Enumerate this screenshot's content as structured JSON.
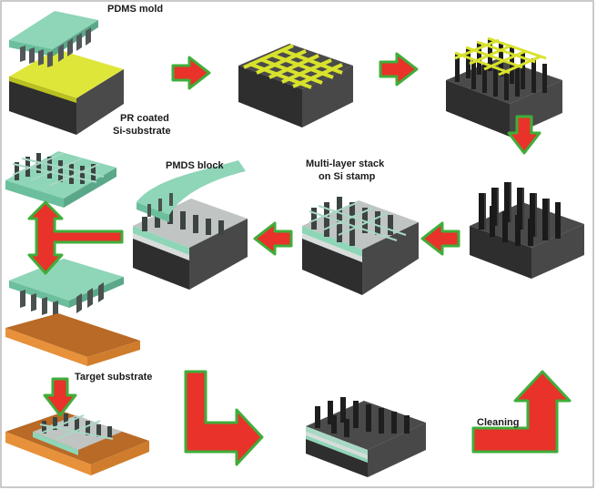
{
  "labels": {
    "pdms_mold": "PDMS mold",
    "pr_coated_line1": "PR coated",
    "pr_coated_line2": "Si-substrate",
    "pmds_block": "PMDS block",
    "multilayer_line1": "Multi-layer stack",
    "multilayer_line2": "on Si stamp",
    "target_substrate": "Target substrate",
    "cleaning": "Cleaning"
  },
  "colors": {
    "arrow_fill": "#e8322a",
    "arrow_border": "#3fae3a",
    "pdms_mint": "#8fd5b8",
    "photoresist_yellow": "#d8e22c",
    "substrate_dark": "#3a3a3a",
    "target_orange": "#d8792a",
    "frame": "#b9b9b9"
  },
  "icons": {
    "process_arrow": "block-arrow-icon"
  }
}
